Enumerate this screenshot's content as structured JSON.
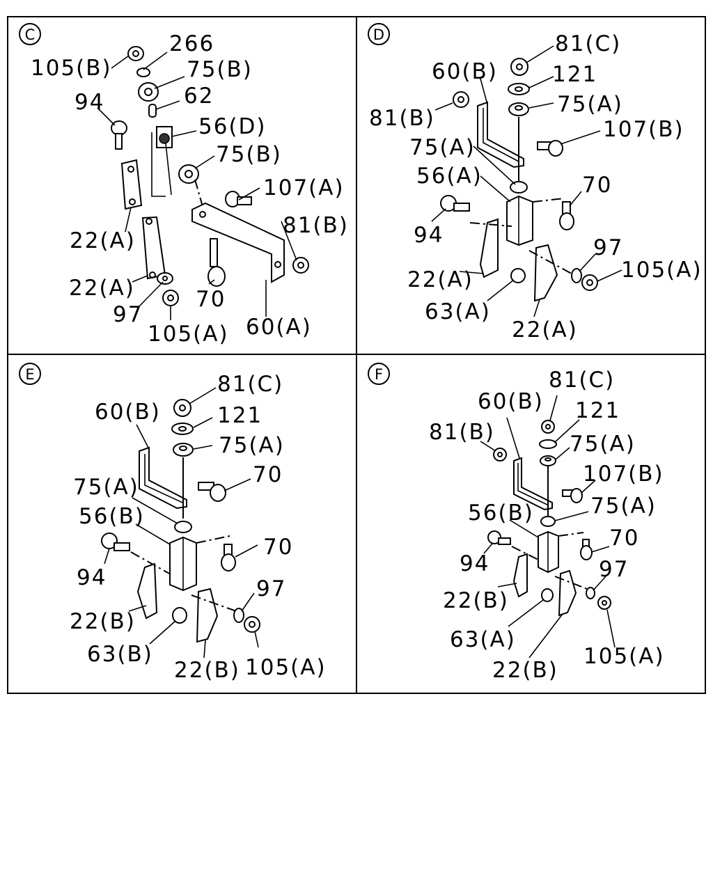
{
  "panels": [
    {
      "letter": "C",
      "labels": [
        "266",
        "105(B)",
        "75(B)",
        "94",
        "62",
        "56(D)",
        "75(B)",
        "107(A)",
        "81(B)",
        "22(A)",
        "22(A)",
        "97",
        "70",
        "105(A)",
        "60(A)"
      ]
    },
    {
      "letter": "D",
      "labels": [
        "81(C)",
        "60(B)",
        "121",
        "75(A)",
        "81(B)",
        "107(B)",
        "75(A)",
        "56(A)",
        "70",
        "94",
        "97",
        "105(A)",
        "22(A)",
        "63(A)",
        "22(A)"
      ]
    },
    {
      "letter": "E",
      "labels": [
        "81(C)",
        "60(B)",
        "121",
        "75(A)",
        "70",
        "75(A)",
        "56(B)",
        "70",
        "94",
        "97",
        "22(B)",
        "63(B)",
        "22(B)",
        "105(A)"
      ]
    },
    {
      "letter": "F",
      "labels": [
        "81(C)",
        "60(B)",
        "121",
        "81(B)",
        "75(A)",
        "107(B)",
        "75(A)",
        "56(B)",
        "70",
        "94",
        "97",
        "22(B)",
        "63(A)",
        "105(A)",
        "22(B)"
      ]
    }
  ]
}
